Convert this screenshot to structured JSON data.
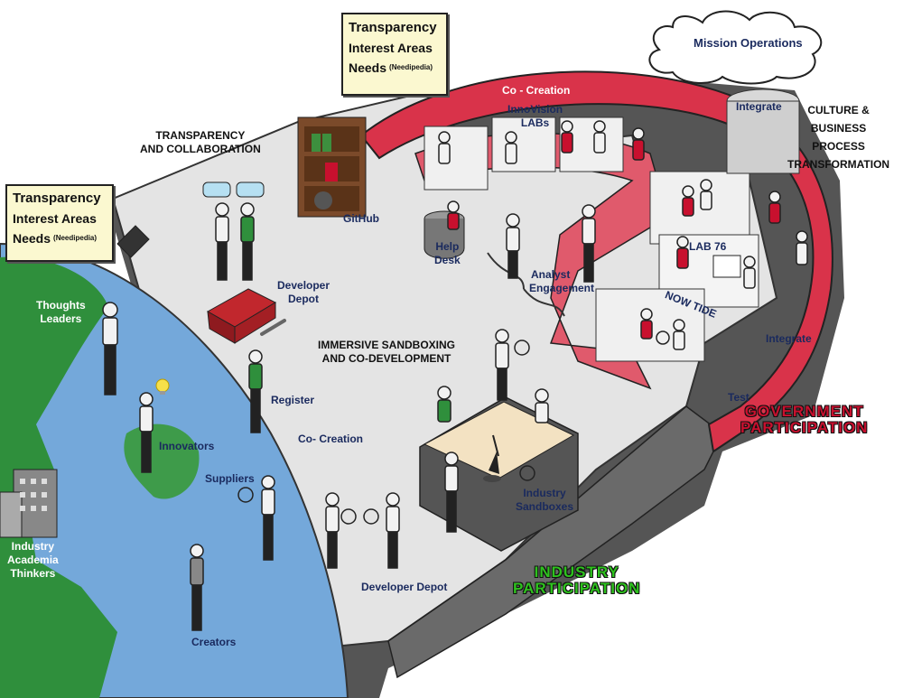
{
  "colors": {
    "floor": "#e6e6e6",
    "wall_red": "#d9334a",
    "wall_dark": "#555555",
    "earth_blue": "#6fa3d8",
    "earth_green": "#2f8f3c",
    "government": "#c8102e",
    "industry": "#2ec21e"
  },
  "signs": {
    "left": {
      "line1": "Transparency",
      "line2": "Interest Areas",
      "line3": "Needs",
      "tag": "(Needipedia)"
    },
    "top": {
      "line1": "Transparency",
      "line2": "Interest Areas",
      "line3": "Needs",
      "tag": "(Needipedia)"
    }
  },
  "cloud": {
    "label": "Mission Operations"
  },
  "headings": {
    "transparency": [
      "TRANSPARENCY",
      "AND COLLABORATION"
    ],
    "sandboxing": [
      "IMMERSIVE SANDBOXING",
      "AND CO-DEVELOPMENT"
    ],
    "culture": [
      "CULTURE &",
      "BUSINESS",
      "PROCESS",
      "TRANSFORMATION"
    ],
    "government": [
      "GOVERNMENT",
      "PARTICIPATION"
    ],
    "industry": [
      "INDUSTRY",
      "PARTICIPATION"
    ]
  },
  "labels": {
    "co_creation_top": "Co - Creation",
    "innovision": [
      "InnoVision",
      "LABs"
    ],
    "integrate_top": "Integrate",
    "github": "GitHub",
    "help_desk": [
      "Help",
      "Desk"
    ],
    "analyst": [
      "Analyst",
      "Engagement"
    ],
    "developer_depot_top": [
      "Developer",
      "Depot"
    ],
    "lab76": "LAB 76",
    "now_tide": "NOW TIDE",
    "integrate_right": "Integrate",
    "test": "Test",
    "register": "Register",
    "co_creation_mid": "Co- Creation",
    "industry_sandboxes": [
      "Industry",
      "Sandboxes"
    ],
    "developer_depot_bottom": "Developer Depot",
    "thoughts_leaders": [
      "Thoughts",
      "Leaders"
    ],
    "innovators": "Innovators",
    "suppliers": "Suppliers",
    "creators": "Creators",
    "industry_academia": [
      "Industry",
      "Academia",
      "Thinkers"
    ]
  },
  "icons": [
    "lightbulb-icon",
    "building-icon",
    "toolbox-icon",
    "wrench-icon",
    "bookshelf-icon",
    "speech-bubble-icon",
    "solar-panel-icon",
    "geodesic-sphere-icon",
    "shovel-icon"
  ]
}
